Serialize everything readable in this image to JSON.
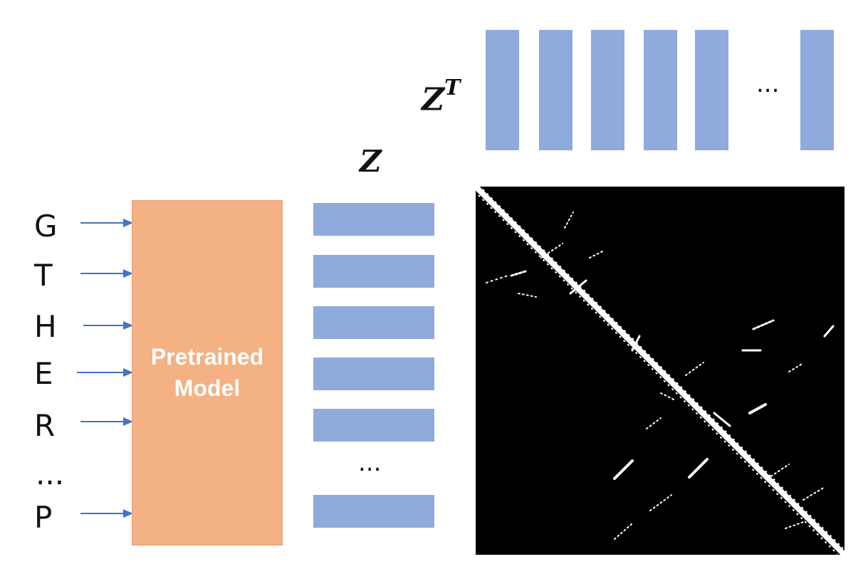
{
  "sequence": {
    "letters": [
      "G",
      "T",
      "H",
      "E",
      "R",
      "...",
      "P"
    ]
  },
  "model": {
    "label": "Pretrained\nModel"
  },
  "embeddings": {
    "z_label": "Z",
    "zt_base": "Z",
    "zt_sup": "T",
    "ellipsis": "...",
    "transpose_ellipsis": "..."
  },
  "colors": {
    "arrow": "#4472c4",
    "model_fill": "#f4b183",
    "bar_fill": "#8faadc",
    "matrix_bg": "#000000",
    "matrix_ink": "#ffffff"
  }
}
